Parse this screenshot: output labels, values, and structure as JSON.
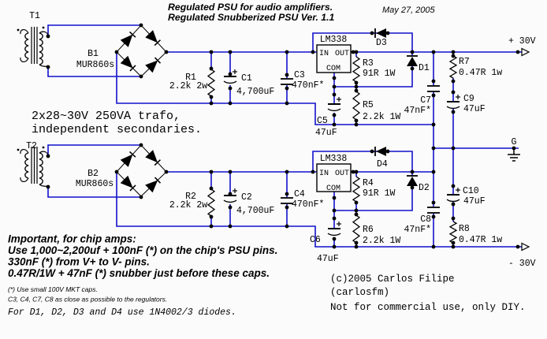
{
  "header": {
    "title_line1": "Regulated PSU for audio amplifiers.",
    "title_line2": "Regulated Snubberized PSU Ver. 1.1",
    "date": "May 27, 2005"
  },
  "notes": {
    "trafo_line1": "2x28~30V 250VA trafo,",
    "trafo_line2": "independent secondaries.",
    "important_line1": "Important, for chip amps:",
    "important_line2": "Use 1,000~2,200uf + 100nF (*) on the chip's PSU pins.",
    "important_line3": "330nF (*) from V+ to V- pins.",
    "important_line4": "0.47R/1W + 47nF (*) snubber just before these caps.",
    "small_line1": "(*) Use small 100V MKT caps.",
    "small_line2": "C3, C4, C7, C8 as close as possible to the regulators.",
    "diodes_note": "For D1, D2, D3 and D4 use 1N4002/3 diodes.",
    "copyright_line1": "(c)2005 Carlos Filipe",
    "copyright_line2": "(carlosfm)",
    "copyright_line3": "Not for commercial use, only DIY."
  },
  "components": {
    "t1": {
      "ref": "T1"
    },
    "t2": {
      "ref": "T2"
    },
    "b1": {
      "ref": "B1",
      "part": "MUR860s"
    },
    "b2": {
      "ref": "B2",
      "part": "MUR860s"
    },
    "reg1": {
      "part": "LM338",
      "pin_in": "IN",
      "pin_out": "OUT",
      "pin_adj": "COM"
    },
    "reg2": {
      "part": "LM338",
      "pin_in": "IN",
      "pin_out": "OUT",
      "pin_adj": "COM"
    },
    "r1": {
      "ref": "R1",
      "value": "2.2k 2w"
    },
    "r2": {
      "ref": "R2",
      "value": "2.2k 2w"
    },
    "r3": {
      "ref": "R3",
      "value": "91R 1W"
    },
    "r4": {
      "ref": "R4",
      "value": "91R 1W"
    },
    "r5": {
      "ref": "R5",
      "value": "2.2k 1W"
    },
    "r6": {
      "ref": "R6",
      "value": "2.2k 1W"
    },
    "r7": {
      "ref": "R7",
      "value": "0.47R 1w"
    },
    "r8": {
      "ref": "R8",
      "value": "0.47R 1w"
    },
    "c1": {
      "ref": "C1",
      "value": "4,700uF"
    },
    "c2": {
      "ref": "C2",
      "value": "4,700uF"
    },
    "c3": {
      "ref": "C3",
      "value": "470nF*"
    },
    "c4": {
      "ref": "C4",
      "value": "470nF*"
    },
    "c5": {
      "ref": "C5",
      "value": "47uF"
    },
    "c6": {
      "ref": "C6",
      "value": "47uF"
    },
    "c7": {
      "ref": "C7",
      "value": "47nF*"
    },
    "c8": {
      "ref": "C8",
      "value": "47nF*"
    },
    "c9": {
      "ref": "C9",
      "value": "47uF"
    },
    "c10": {
      "ref": "C10",
      "value": "47uF"
    },
    "d1": {
      "ref": "D1"
    },
    "d2": {
      "ref": "D2"
    },
    "d3": {
      "ref": "D3"
    },
    "d4": {
      "ref": "D4"
    }
  },
  "terminals": {
    "positive": "+ 30V",
    "negative": "- 30V",
    "ground": "G"
  },
  "colors": {
    "wire": "#1111cc",
    "component": "#000000",
    "background": "#fbfbfb"
  }
}
